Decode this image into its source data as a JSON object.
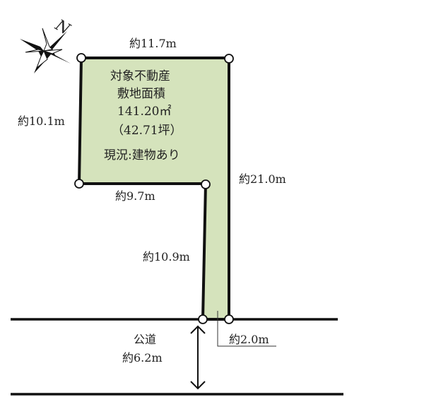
{
  "compass": {
    "label": "N",
    "icon": "compass-rose-icon"
  },
  "lot": {
    "fill_color": "#d5e3bc",
    "title_line1": "対象不動産",
    "title_line2": "敷地面積",
    "area_sqm": "141.20㎡",
    "area_tsubo": "（42.71坪）",
    "status": "現況:建物あり"
  },
  "dimensions": {
    "top": "約11.7m",
    "left": "約10.1m",
    "middle": "約9.7m",
    "right": "約21.0m",
    "passage": "約10.9m",
    "frontage": "約2.0m"
  },
  "road": {
    "label": "公道",
    "width": "約6.2m"
  }
}
